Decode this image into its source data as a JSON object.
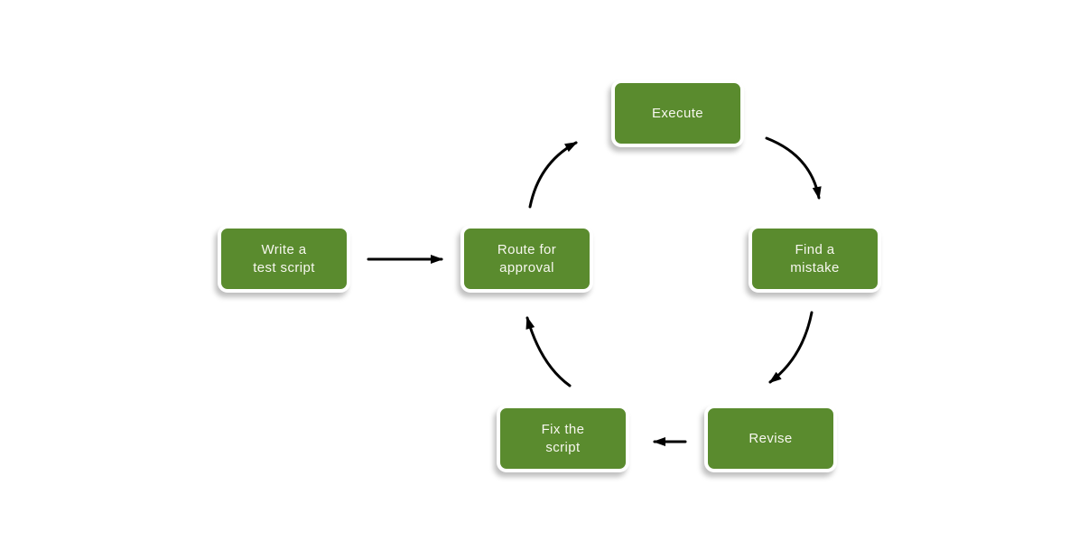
{
  "diagram": {
    "type": "cycle-flowchart",
    "background": "#ffffff",
    "node_fill": "#5a8b2e",
    "node_border": "#ffffff",
    "node_text_color": "#f7f7ef",
    "arrow_color": "#000000",
    "nodes": [
      {
        "id": "write-test-script",
        "label": "Write a\ntest script"
      },
      {
        "id": "route-for-approval",
        "label": "Route for\napproval"
      },
      {
        "id": "execute",
        "label": "Execute"
      },
      {
        "id": "find-a-mistake",
        "label": "Find a\nmistake"
      },
      {
        "id": "revise",
        "label": "Revise"
      },
      {
        "id": "fix-the-script",
        "label": "Fix the\nscript"
      }
    ],
    "edges": [
      {
        "from": "write-test-script",
        "to": "route-for-approval"
      },
      {
        "from": "route-for-approval",
        "to": "execute"
      },
      {
        "from": "execute",
        "to": "find-a-mistake"
      },
      {
        "from": "find-a-mistake",
        "to": "revise"
      },
      {
        "from": "revise",
        "to": "fix-the-script"
      },
      {
        "from": "fix-the-script",
        "to": "route-for-approval"
      }
    ]
  }
}
